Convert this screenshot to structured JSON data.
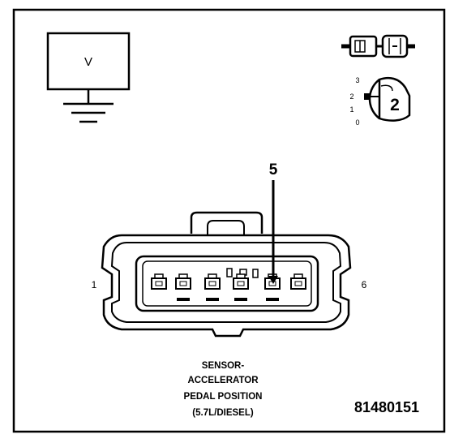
{
  "meter": {
    "label": "V"
  },
  "probe_scale": {
    "marks": [
      "3",
      "2",
      "1",
      "0"
    ],
    "selected": "2"
  },
  "pin_callout": "5",
  "pin_labels": {
    "left": "1",
    "right": "6"
  },
  "caption": {
    "line1": "SENSOR-",
    "line2": "ACCELERATOR",
    "line3": "PEDAL POSITION",
    "line4": "(5.7L/DIESEL)"
  },
  "figure_id": "81480151",
  "colors": {
    "ink": "#000000",
    "paper": "#ffffff"
  }
}
